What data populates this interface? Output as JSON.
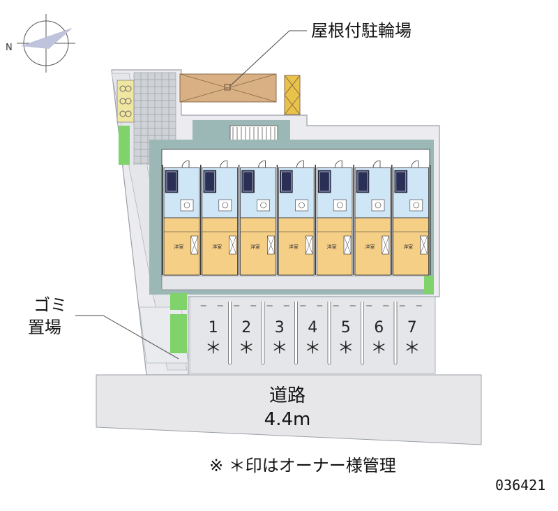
{
  "labels": {
    "roof_bike_parking": "屋根付駐輪場",
    "garbage_line1": "ゴミ",
    "garbage_line2": "置場",
    "road_name": "道路",
    "road_width": "4.4m",
    "note": "※ ＊印はオーナー様管理",
    "code": "036421",
    "compass_n": "N"
  },
  "parking": {
    "slots": [
      {
        "num": "1",
        "mark": "＊"
      },
      {
        "num": "2",
        "mark": "＊"
      },
      {
        "num": "3",
        "mark": "＊"
      },
      {
        "num": "4",
        "mark": "＊"
      },
      {
        "num": "5",
        "mark": "＊"
      },
      {
        "num": "6",
        "mark": "＊"
      },
      {
        "num": "7",
        "mark": "＊"
      }
    ]
  },
  "units": [
    {
      "tag": "洋室"
    },
    {
      "tag": "洋室"
    },
    {
      "tag": "洋室"
    },
    {
      "tag": "洋室"
    },
    {
      "tag": "洋室"
    },
    {
      "tag": "洋室"
    },
    {
      "tag": "洋室"
    }
  ],
  "colors": {
    "ground": "#ececf0",
    "wall": "#b9c1c9",
    "teal_border": "#9bb8b6",
    "room_orange": "#f6cf86",
    "room_blue": "#cfe6f7",
    "grass": "#7fd36a",
    "tile": "#cfd3d7",
    "roof": "#d8b084",
    "road": "#e7e7ea"
  }
}
